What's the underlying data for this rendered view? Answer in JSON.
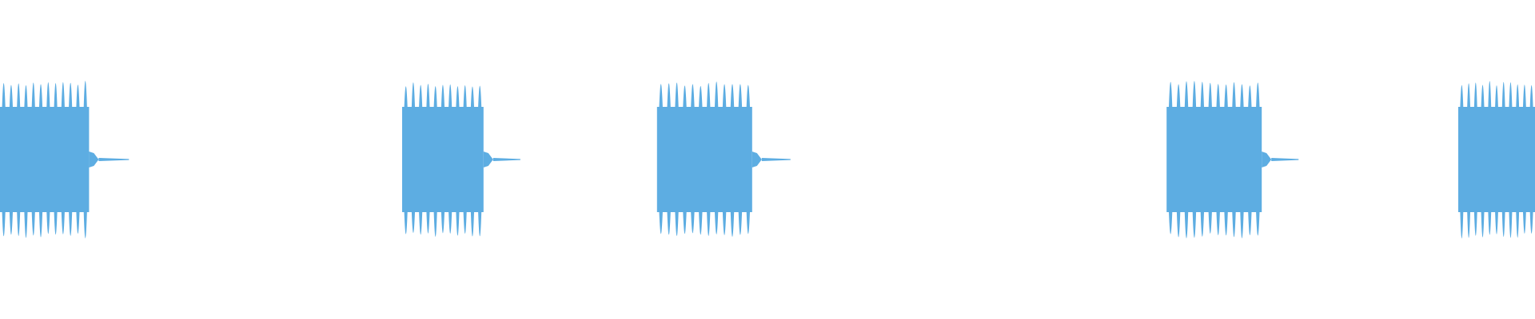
{
  "waveform": {
    "color": "#5dade2",
    "background": "#ffffff",
    "baseline_fraction": 0.5,
    "bursts": [
      {
        "start": 0.0,
        "end": 0.058,
        "tail_end": 0.084,
        "peak": 0.62,
        "body": 0.33,
        "cycles": 12
      },
      {
        "start": 0.262,
        "end": 0.315,
        "tail_end": 0.339,
        "peak": 0.6,
        "body": 0.33,
        "cycles": 11
      },
      {
        "start": 0.428,
        "end": 0.49,
        "tail_end": 0.515,
        "peak": 0.61,
        "body": 0.33,
        "cycles": 12
      },
      {
        "start": 0.76,
        "end": 0.822,
        "tail_end": 0.846,
        "peak": 0.62,
        "body": 0.33,
        "cycles": 12
      },
      {
        "start": 0.95,
        "end": 1.0,
        "tail_end": 1.0,
        "peak": 0.62,
        "body": 0.33,
        "cycles": 11
      }
    ]
  }
}
